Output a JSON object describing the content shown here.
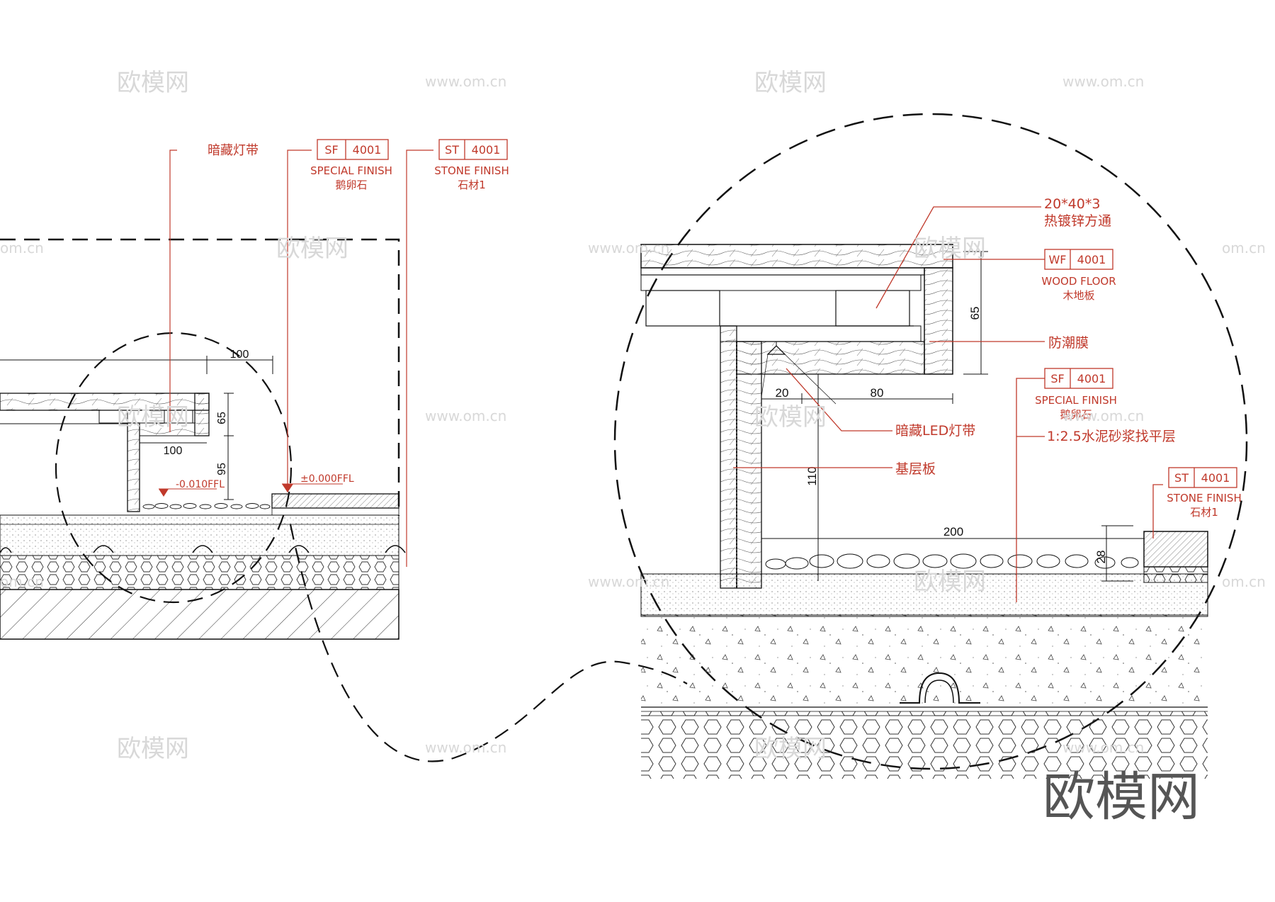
{
  "watermarks": {
    "text_cn": "欧模网",
    "text_url": "www.om.cn",
    "text_url_cut": "om.cn",
    "brand_logo": "欧模网"
  },
  "left_view": {
    "label_led": "暗藏灯带",
    "tag_sf": {
      "code": "SF",
      "num": "4001",
      "title": "SPECIAL FINISH",
      "sub": "鹅卵石"
    },
    "tag_st": {
      "code": "ST",
      "num": "4001",
      "title": "STONE FINISH",
      "sub": "石材1"
    },
    "dims": {
      "top": "100",
      "h1": "65",
      "h2": "95",
      "inner": "100"
    },
    "levels": {
      "low": "-0.010FFL",
      "zero": "±0.000FFL"
    }
  },
  "right_view": {
    "label_steel_1": "20*40*3",
    "label_steel_2": "热镀锌方通",
    "tag_wf": {
      "code": "WF",
      "num": "4001",
      "title": "WOOD FLOOR",
      "sub": "木地板"
    },
    "label_membrane": "防潮膜",
    "tag_sf": {
      "code": "SF",
      "num": "4001",
      "title": "SPECIAL FINISH",
      "sub": "鹅卵石"
    },
    "label_mortar": "1:2.5水泥砂浆找平层",
    "label_led": "暗藏LED灯带",
    "label_base": "基层板",
    "tag_st": {
      "code": "ST",
      "num": "4001",
      "title": "STONE FINISH",
      "sub": "石材1"
    },
    "dims": {
      "d65": "65",
      "d20": "20",
      "d80": "80",
      "d110": "110",
      "d200": "200",
      "d28": "28"
    }
  },
  "colors": {
    "annotation": "#c0392b",
    "line": "#111111",
    "watermark": "#d8d8d8",
    "logo": "#555555"
  }
}
